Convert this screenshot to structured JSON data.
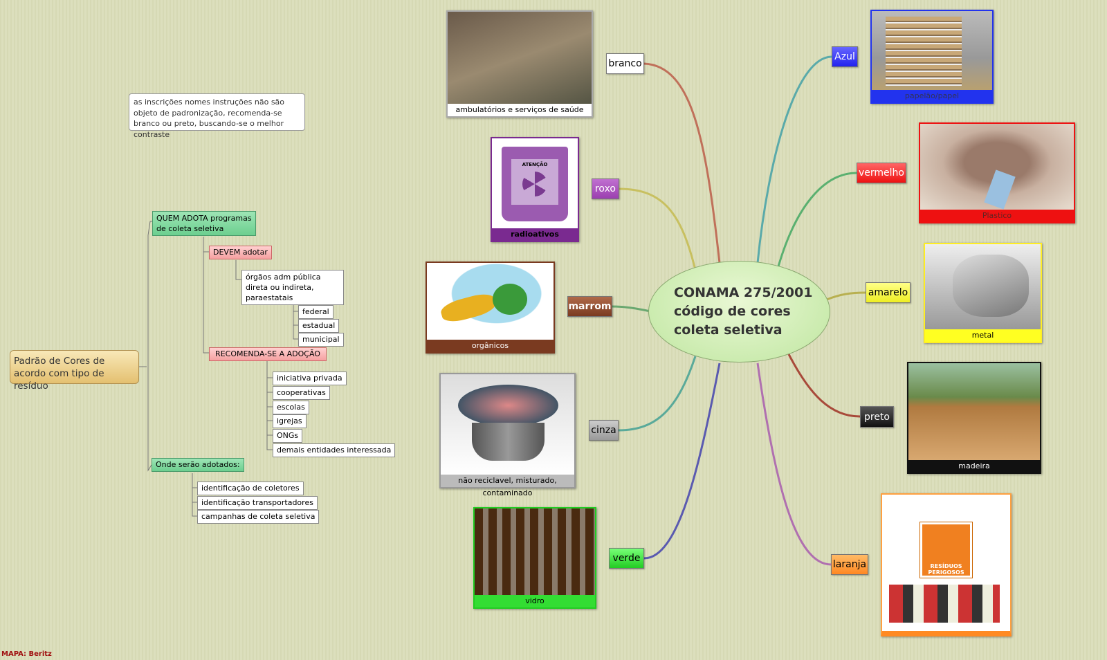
{
  "center": {
    "line1": "CONAMA 275/2001",
    "line2": "código de cores",
    "line3": "coleta seletiva"
  },
  "colors": [
    {
      "label": "branco",
      "caption": "ambulatórios e serviços de saúde",
      "color": "#ffffff"
    },
    {
      "label": "roxo",
      "caption": "radioativos",
      "color": "#9b3fb0"
    },
    {
      "label": "marrom",
      "caption": "orgânicos",
      "color": "#8a4a2a"
    },
    {
      "label": "cinza",
      "caption": "não reciclavel, misturado, contaminado",
      "color": "#9a9a9a"
    },
    {
      "label": "verde",
      "caption": "vidro",
      "color": "#33dd33"
    },
    {
      "label": "Azul",
      "caption": "papelão/papel",
      "color": "#2233ee"
    },
    {
      "label": "vermelho",
      "caption": "Plastico",
      "color": "#ee1111"
    },
    {
      "label": "amarelo",
      "caption": "metal",
      "color": "#ffff22"
    },
    {
      "label": "preto",
      "caption": "madeira",
      "color": "#222222"
    },
    {
      "label": "laranja",
      "caption": "",
      "color": "#ff8a22"
    }
  ],
  "radio_sign": "ATENÇÃO",
  "hazard_sign": "RESÍDUOS PERIGOSOS",
  "note": "as inscrições nomes instruções  não são objeto de padronização, recomenda-se branco ou preto, buscando-se o melhor contraste",
  "root": "Padrão de Cores  de acordo com tipo de resíduo",
  "tree": {
    "quem": "QUEM ADOTA programas de coleta seletiva",
    "devem": "DEVEM adotar",
    "orgaos": "órgãos adm  pública  direta ou indireta, paraestatais",
    "levels": [
      "federal",
      "estadual",
      "municipal"
    ],
    "recomenda": "RECOMENDA-SE A ADOÇÃO",
    "rec_items": [
      "iniciativa privada",
      "cooperativas",
      "escolas",
      "igrejas",
      "ONGs",
      "demais entidades interessada"
    ],
    "onde": "Onde serão adotados:",
    "onde_items": [
      "identificação de coletores",
      "identificação transportadores",
      "campanhas de coleta seletiva"
    ]
  },
  "credit": "MAPA: Beritz"
}
